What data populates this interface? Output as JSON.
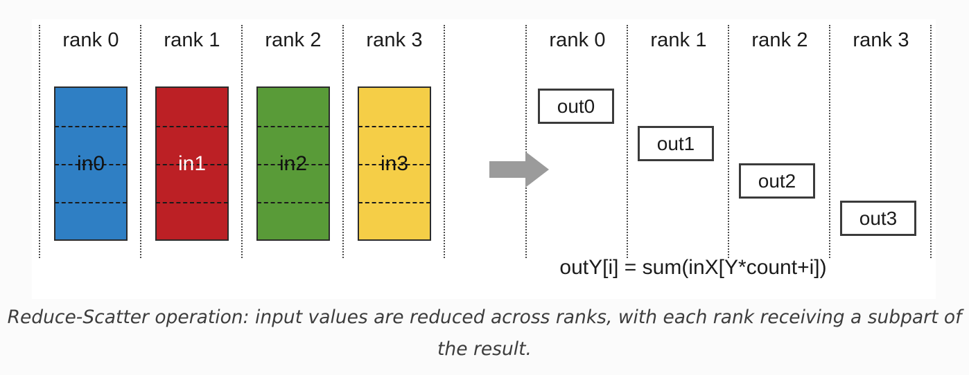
{
  "caption": "Reduce-Scatter operation: input values are reduced across ranks, with each rank receiving a subpart of the result.",
  "formula": "outY[i] = sum(inX[Y*count+i])",
  "colors": {
    "page_background": "#fbfbfb",
    "card_background": "#ffffff",
    "separator": "#4a4a4a",
    "arrow": "#9b9b9b",
    "box_border": "#3b3b3b",
    "text": "#1b1b1b",
    "caption_text": "#3d3d3d"
  },
  "input_side": {
    "ranks": [
      {
        "label": "rank 0",
        "bar_label": "in0",
        "fill": "#2f7fc4",
        "stroke": "#2b2b2b",
        "label_color": "#111111",
        "segments": 4
      },
      {
        "label": "rank 1",
        "bar_label": "in1",
        "fill": "#bc2025",
        "stroke": "#2b2b2b",
        "label_color": "#ffffff",
        "segments": 4
      },
      {
        "label": "rank 2",
        "bar_label": "in2",
        "fill": "#599b38",
        "stroke": "#2b2b2b",
        "label_color": "#111111",
        "segments": 4
      },
      {
        "label": "rank 3",
        "bar_label": "in3",
        "fill": "#f5ce47",
        "stroke": "#2b2b2b",
        "label_color": "#111111",
        "segments": 4
      }
    ]
  },
  "arrow": {
    "icon": "arrow-right-icon",
    "direction": "right"
  },
  "output_side": {
    "ranks": [
      {
        "label": "rank 0",
        "box_label": "out0"
      },
      {
        "label": "rank 1",
        "box_label": "out1"
      },
      {
        "label": "rank 2",
        "box_label": "out2"
      },
      {
        "label": "rank 3",
        "box_label": "out3"
      }
    ]
  }
}
